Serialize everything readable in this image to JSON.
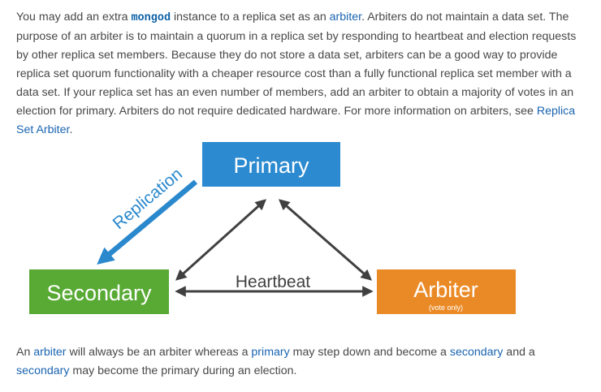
{
  "intro": {
    "t1": "You may add an extra ",
    "code": "mongod",
    "t2": " instance to a replica set as an ",
    "link_arbiter": "arbiter",
    "t3": ". Arbiters do not maintain a data set. The purpose of an arbiter is to maintain a quorum in a replica set by responding to heartbeat and election requests by other replica set members. Because they do not store a data set, arbiters can be a good way to provide replica set quorum functionality with a cheaper resource cost than a fully functional replica set member with a data set. If your replica set has an even number of members, add an arbiter to obtain a majority of votes in an election for primary. Arbiters do not require dedicated hardware. For more information on arbiters, see ",
    "link_replica_set_arbiter": "Replica Set Arbiter",
    "t4": "."
  },
  "diagram": {
    "primary": "Primary",
    "secondary": "Secondary",
    "arbiter": "Arbiter",
    "arbiter_note": "(vote only)",
    "replication": "Replication",
    "heartbeat": "Heartbeat",
    "colors": {
      "primary": "#2b8ad0",
      "secondary": "#58aa34",
      "arbiter": "#ea8a27",
      "arrow": "#404040",
      "replication": "#2a88cc"
    }
  },
  "outro": {
    "t1": "An ",
    "link_arbiter": "arbiter",
    "t2": " will always be an arbiter whereas a ",
    "link_primary": "primary",
    "t3": " may step down and become a ",
    "link_secondary1": "secondary",
    "t4": " and a ",
    "link_secondary2": "secondary",
    "t5": " may become the primary during an election."
  }
}
